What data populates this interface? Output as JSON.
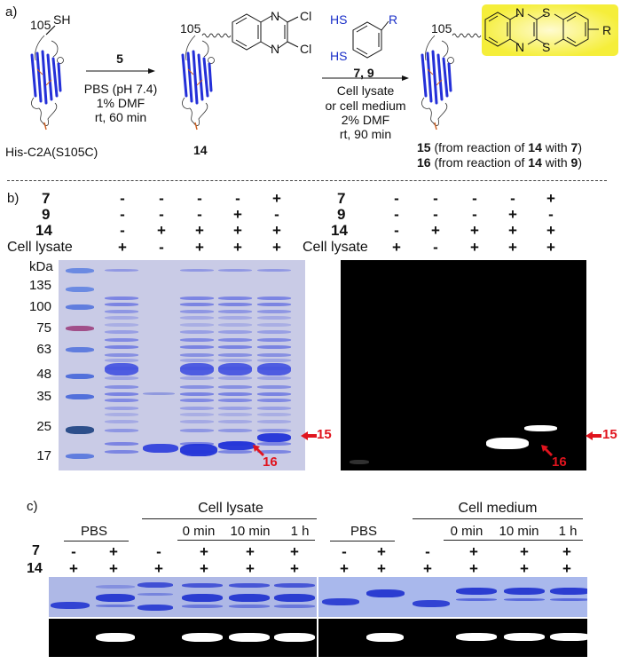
{
  "panel_a": {
    "label": "a)",
    "start_protein": {
      "site": "105",
      "group": "SH",
      "name": "His-C2A(S105C)"
    },
    "step1": {
      "reagent": "5",
      "conditions": [
        "PBS (pH 7.4)",
        "1% DMF",
        "rt, 60 min"
      ]
    },
    "intermediate": {
      "site": "105",
      "name": "14",
      "atoms": {
        "n1": "N",
        "n2": "N",
        "cl1": "Cl",
        "cl2": "Cl"
      }
    },
    "dithiol": {
      "sh1": "HS",
      "sh2": "HS",
      "r": "R"
    },
    "step2": {
      "reagent": "7, 9",
      "conditions": [
        "Cell lysate",
        "or cell medium",
        "2% DMF",
        "rt, 90 min"
      ]
    },
    "product": {
      "site": "105",
      "atoms": {
        "n1": "N",
        "n2": "N",
        "s1": "S",
        "s2": "S",
        "r": "R"
      }
    },
    "product_notes": [
      {
        "id": "15",
        "pre": " (from reaction of ",
        "mid": "14",
        "post": " with ",
        "reagent": "7",
        "end": ")"
      },
      {
        "id": "16",
        "pre": " (from reaction of ",
        "mid": "14",
        "post": " with ",
        "reagent": "9",
        "end": ")"
      }
    ],
    "highlight_color": "#f5ee3a"
  },
  "panel_b": {
    "label": "b)",
    "row_labels": [
      "7",
      "9",
      "14",
      "Cell lysate"
    ],
    "lanes": [
      {
        "r7": "-",
        "r9": "-",
        "r14": "-",
        "lysate": "+"
      },
      {
        "r7": "-",
        "r9": "-",
        "r14": "+",
        "lysate": "-"
      },
      {
        "r7": "-",
        "r9": "-",
        "r14": "+",
        "lysate": "+"
      },
      {
        "r7": "-",
        "r9": "+",
        "r14": "+",
        "lysate": "+"
      },
      {
        "r7": "+",
        "r9": "-",
        "r14": "+",
        "lysate": "+"
      }
    ],
    "kda_unit": "kDa",
    "markers": [
      "135",
      "100",
      "75",
      "63",
      "48",
      "35",
      "25",
      "17"
    ],
    "arrow_labels": {
      "left15": "15",
      "left16": "16",
      "right15": "15",
      "right16": "16"
    },
    "stain_color": "#3344d8",
    "arrow_color": "#e0141e"
  },
  "panel_c": {
    "label": "c)",
    "groups": {
      "lysate": "Cell lysate",
      "medium": "Cell medium"
    },
    "sub": {
      "pbs1": "PBS",
      "t0a": "0 min",
      "t10a": "10 min",
      "t1a": "1 h",
      "pbs2": "PBS",
      "t0b": "0 min",
      "t10b": "10 min",
      "t1b": "1 h"
    },
    "row_labels": [
      "7",
      "14"
    ],
    "r7": [
      "-",
      "+",
      "-",
      "+",
      "+",
      "+",
      "-",
      "+",
      "-",
      "+",
      "+",
      "+"
    ],
    "r14": [
      "+",
      "+",
      "+",
      "+",
      "+",
      "+",
      "+",
      "+",
      "+",
      "+",
      "+",
      "+"
    ]
  }
}
